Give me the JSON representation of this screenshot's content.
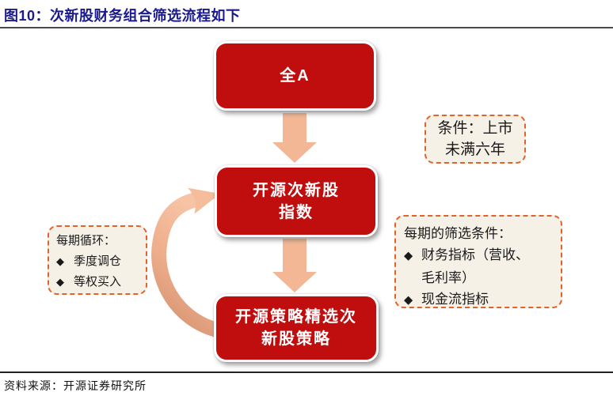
{
  "title": "图10：次新股财务组合筛选流程如下",
  "source": "资料来源：开源证券研究所",
  "flowchart": {
    "top_box": {
      "label": "全A"
    },
    "middle_box": {
      "line1": "开源次新股",
      "line2": "指数"
    },
    "bottom_box": {
      "line1": "开源策略精选次",
      "line2": "新股策略"
    }
  },
  "annotations": {
    "listing_condition": {
      "line1": "条件：上市",
      "line2": "未满六年"
    },
    "screening": {
      "heading": "每期的筛选条件：",
      "rows": [
        {
          "bullet": "◆",
          "text": "财务指标（营收、"
        },
        {
          "bullet": "",
          "text": "毛利率）"
        },
        {
          "bullet": "◆",
          "text": "现金流指标"
        }
      ]
    },
    "cycle": {
      "heading": "每期循环：",
      "rows": [
        {
          "bullet": "◆",
          "text": "季度调仓"
        },
        {
          "bullet": "◆",
          "text": "等权买入"
        }
      ]
    }
  },
  "colors": {
    "box_red": "#C00E0E",
    "arrow_salmon": "#F3B795",
    "dashed_border": "#E2622A",
    "note_background": "#F5F1E6",
    "title_navy": "#1A1A8C"
  }
}
